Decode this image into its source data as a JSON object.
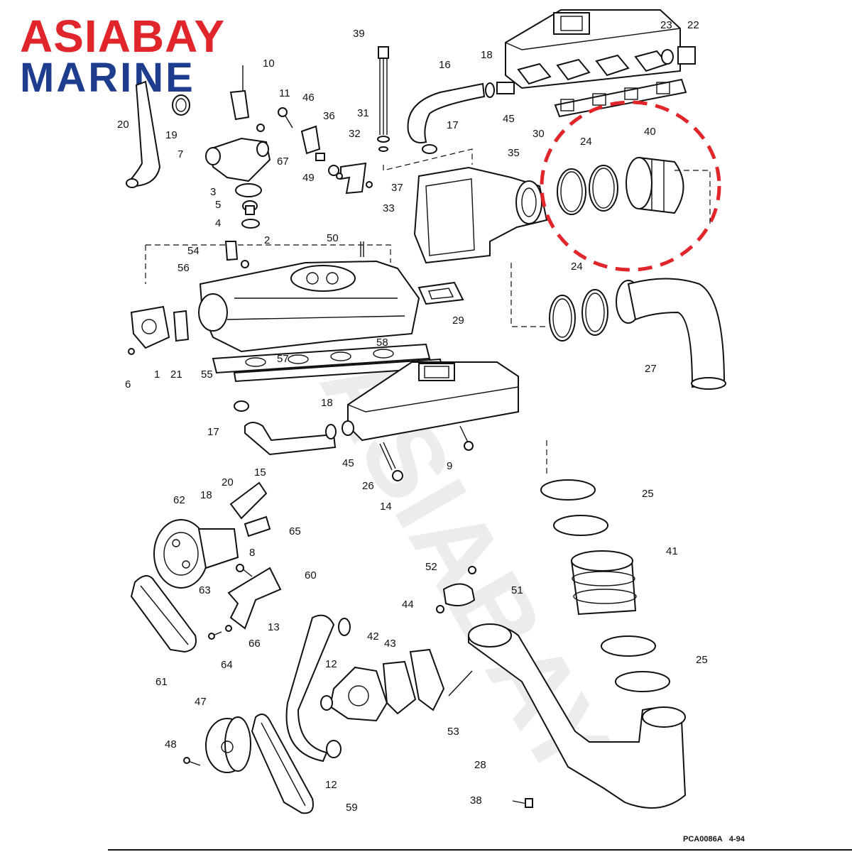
{
  "brand": {
    "line1": "ASIABAY",
    "line2": "MARINE",
    "color_line1": "#e0262b",
    "color_line2": "#1f3d8e"
  },
  "watermark": "ASIABAY MARINE",
  "highlight_color": "#e0262b",
  "drawing_code": "PCA0086A",
  "drawing_date": "4-94",
  "callouts": [
    "39",
    "18",
    "16",
    "23",
    "22",
    "10",
    "11",
    "46",
    "36",
    "31",
    "32",
    "17",
    "45",
    "30",
    "24",
    "40",
    "20",
    "19",
    "7",
    "67",
    "49",
    "37",
    "35",
    "3",
    "5",
    "33",
    "4",
    "54",
    "2",
    "50",
    "56",
    "29",
    "24",
    "58",
    "57",
    "27",
    "6",
    "1",
    "21",
    "55",
    "18",
    "17",
    "45",
    "9",
    "26",
    "15",
    "14",
    "20",
    "62",
    "18",
    "65",
    "8",
    "25",
    "41",
    "60",
    "63",
    "52",
    "51",
    "44",
    "13",
    "42",
    "43",
    "66",
    "64",
    "61",
    "12",
    "25",
    "53",
    "47",
    "48",
    "28",
    "12",
    "59",
    "38"
  ]
}
